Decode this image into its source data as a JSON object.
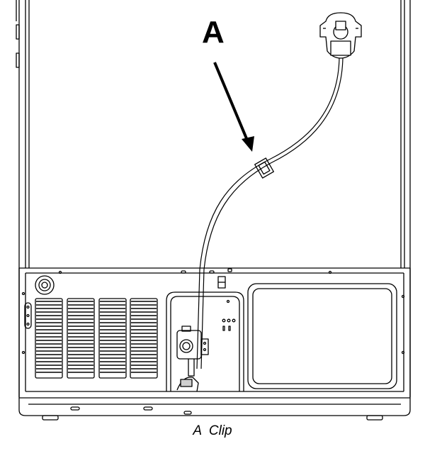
{
  "callout": {
    "letter": "A"
  },
  "caption": {
    "letter": "A",
    "label": "Clip"
  },
  "colors": {
    "line": "#000000",
    "background": "#ffffff",
    "shade": "#cfcfcf"
  }
}
